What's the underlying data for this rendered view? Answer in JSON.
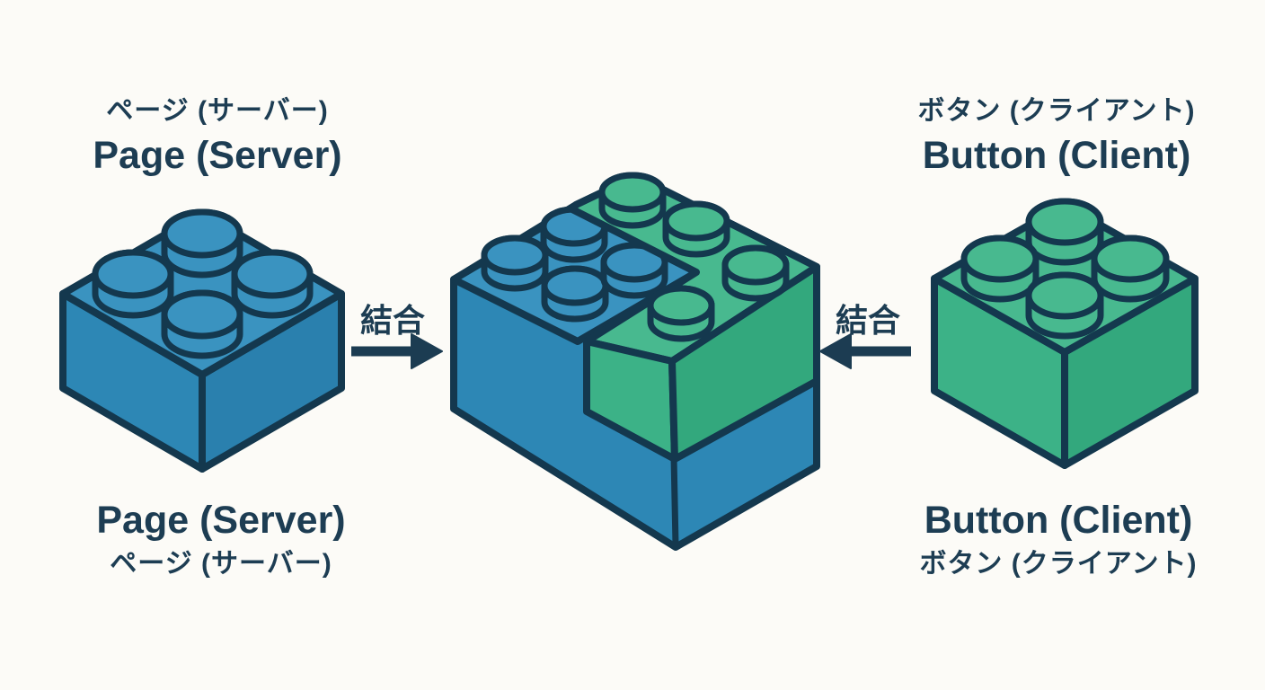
{
  "scene": {
    "background": "#fcfbf7",
    "description": "Diagram of a blue server LEGO brick and a green client LEGO brick combining into one composite brick"
  },
  "colors": {
    "server_blue_top": "#3a93c0",
    "server_blue_left": "#2d87b5",
    "server_blue_right": "#2a80ae",
    "client_green_top": "#48b98f",
    "client_green_left": "#3cb287",
    "client_green_right": "#33a87d",
    "outline_navy": "#14384e",
    "text_slate": "#1d3d53",
    "background_offwhite": "#fcfbf7"
  },
  "labels": {
    "top_left": {
      "line1": "ページ (サーバー)",
      "line2": "Page (Server)"
    },
    "top_right": {
      "line1": "ボタン (クライアント)",
      "line2": "Button (Client)"
    },
    "bottom_left": {
      "line1": "Page (Server)",
      "line2": "ページ (サーバー)"
    },
    "bottom_right": {
      "line1": "Button (Client)",
      "line2": "ボタン (クライアント)"
    },
    "join_left": "結合",
    "join_right": "結合"
  }
}
